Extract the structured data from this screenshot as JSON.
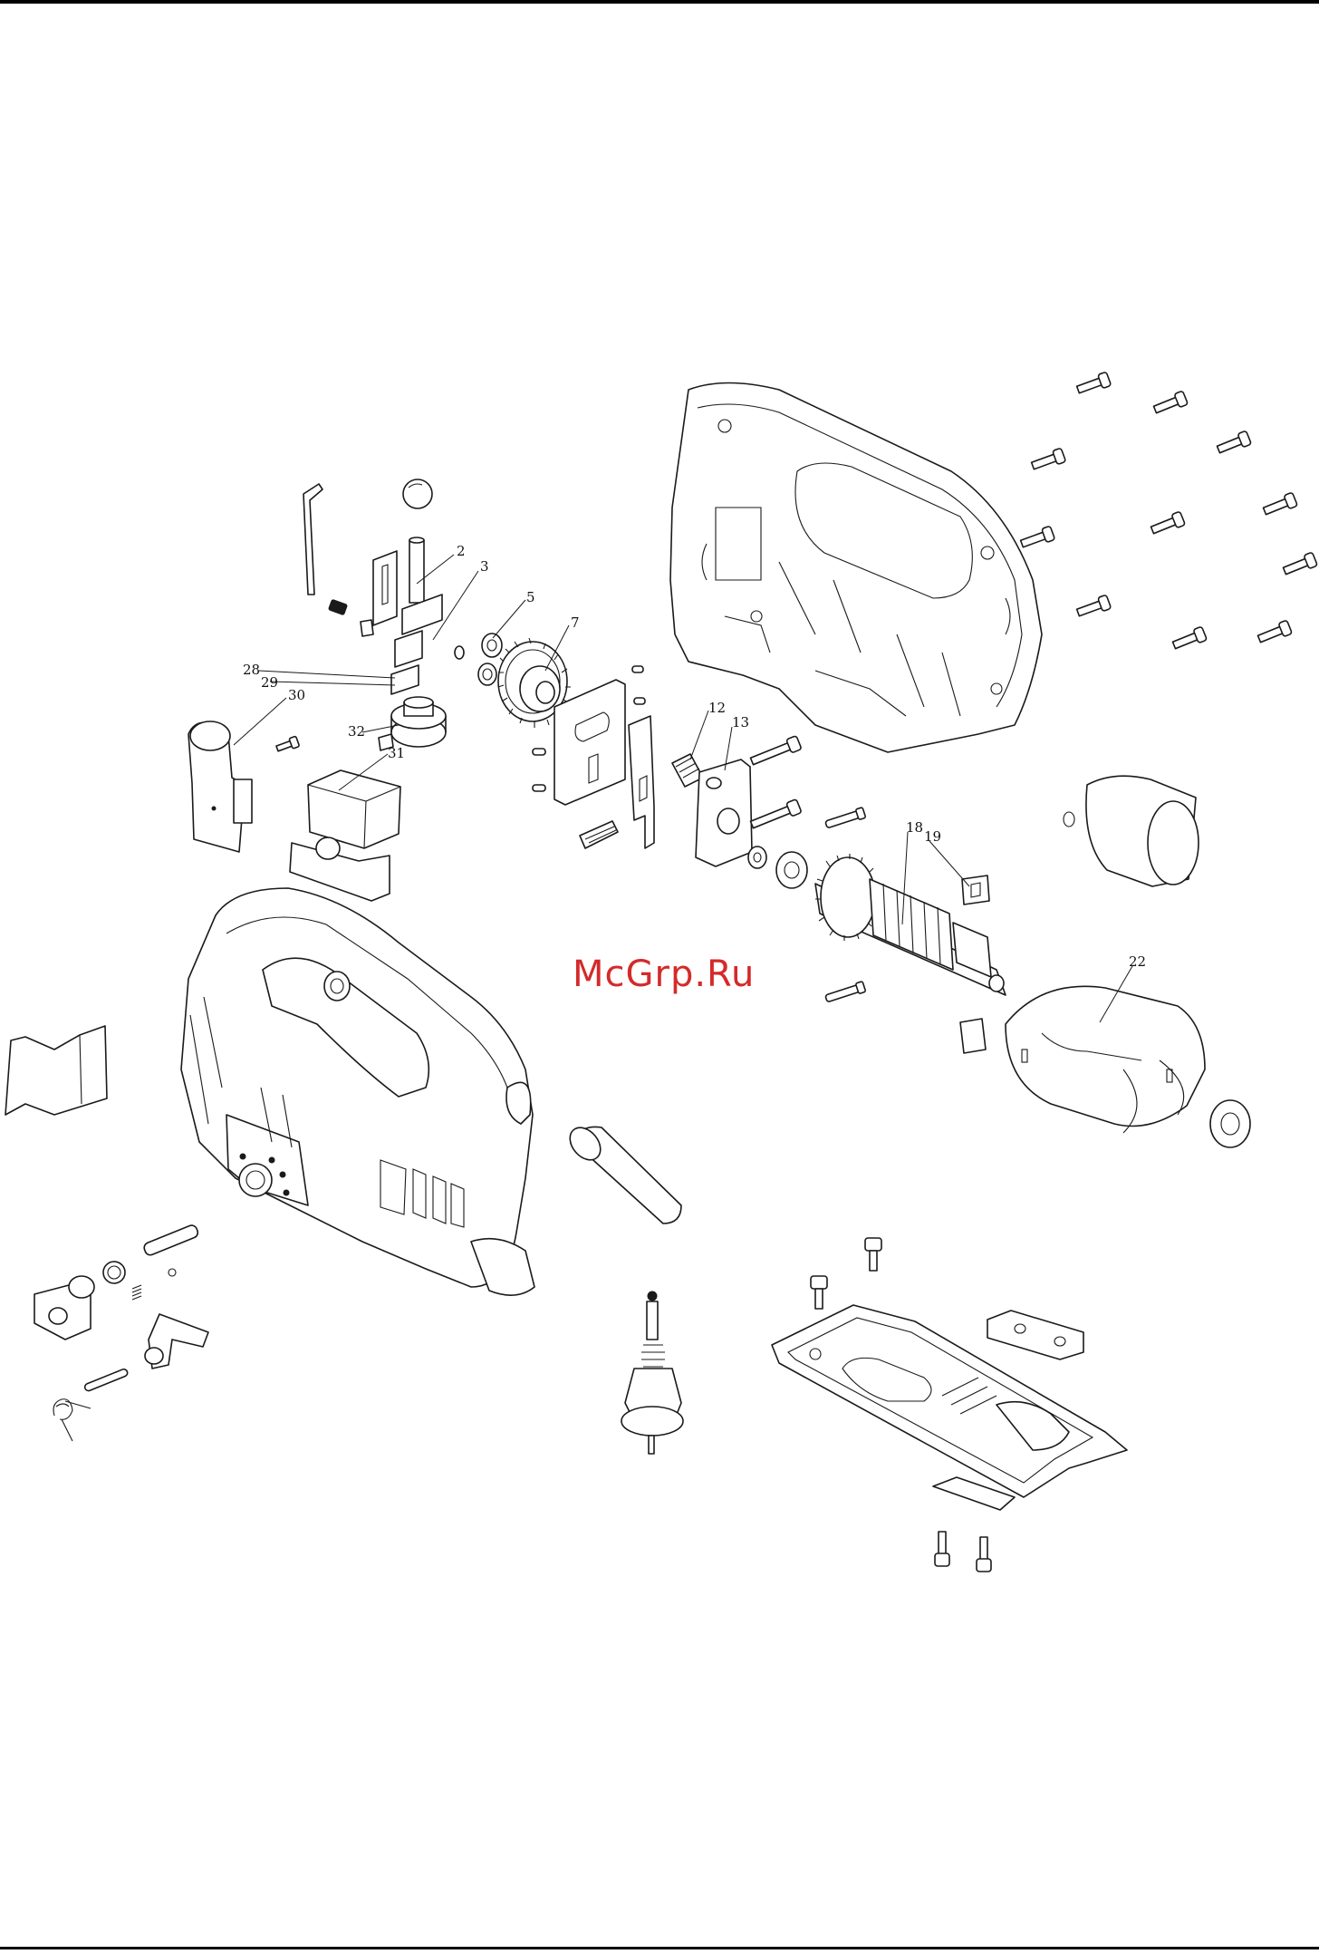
{
  "watermark": "McGrp.Ru",
  "part_numbers": {
    "p2": "2",
    "p3": "3",
    "p5": "5",
    "p7": "7",
    "p12": "12",
    "p13": "13",
    "p18": "18",
    "p19": "19",
    "p22": "22",
    "p28": "28",
    "p29": "29",
    "p30": "30",
    "p31": "31",
    "p32": "32"
  },
  "colors": {
    "line": "#1a1a1a",
    "watermark": "#d42a2a",
    "background": "#ffffff"
  }
}
